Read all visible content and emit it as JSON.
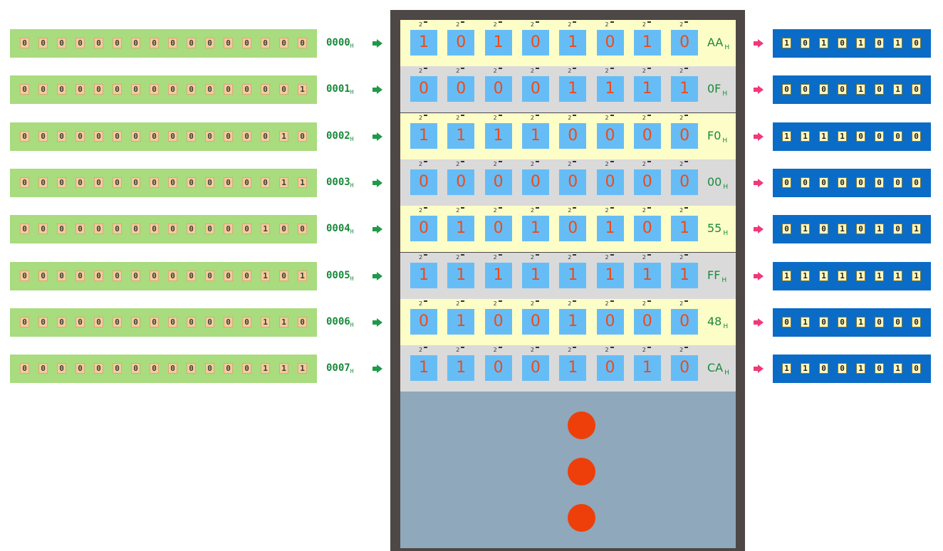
{
  "colors": {
    "address_bar": "#a9db7f",
    "data_bar": "#0a6cc6",
    "chip_body": "#4d4846",
    "cell": "#66bdf6",
    "bit_text": "#ee4a18",
    "label": "#1a8a3c",
    "arrow_in": "#1e9a48",
    "arrow_out": "#f0387a",
    "ellipsis_dot": "#ee3f0a"
  },
  "bit_power_label": "2",
  "rows": [
    {
      "address_bits": "0000000000000000",
      "address_hex": "0000",
      "address_suffix": "H",
      "data_bits": "10101010",
      "data_hex": "AA",
      "data_suffix": "H"
    },
    {
      "address_bits": "0000000000000001",
      "address_hex": "0001",
      "address_suffix": "H",
      "data_bits": "00001111",
      "data_hex": "0F",
      "data_suffix": "H",
      "output_bits": "00001010"
    },
    {
      "address_bits": "0000000000000010",
      "address_hex": "0002",
      "address_suffix": "H",
      "data_bits": "11110000",
      "data_hex": "F0",
      "data_suffix": "H"
    },
    {
      "address_bits": "0000000000000011",
      "address_hex": "0003",
      "address_suffix": "H",
      "data_bits": "00000000",
      "data_hex": "00",
      "data_suffix": "H"
    },
    {
      "address_bits": "0000000000000100",
      "address_hex": "0004",
      "address_suffix": "H",
      "data_bits": "01010101",
      "data_hex": "55",
      "data_suffix": "H"
    },
    {
      "address_bits": "0000000000000101",
      "address_hex": "0005",
      "address_suffix": "H",
      "data_bits": "11111111",
      "data_hex": "FF",
      "data_suffix": "H"
    },
    {
      "address_bits": "0000000000000110",
      "address_hex": "0006",
      "address_suffix": "H",
      "data_bits": "01001000",
      "data_hex": "48",
      "data_suffix": "H"
    },
    {
      "address_bits": "0000000000000111",
      "address_hex": "0007",
      "address_suffix": "H",
      "data_bits": "11001010",
      "data_hex": "CA",
      "data_suffix": "H"
    }
  ],
  "ellipsis_count": 3
}
